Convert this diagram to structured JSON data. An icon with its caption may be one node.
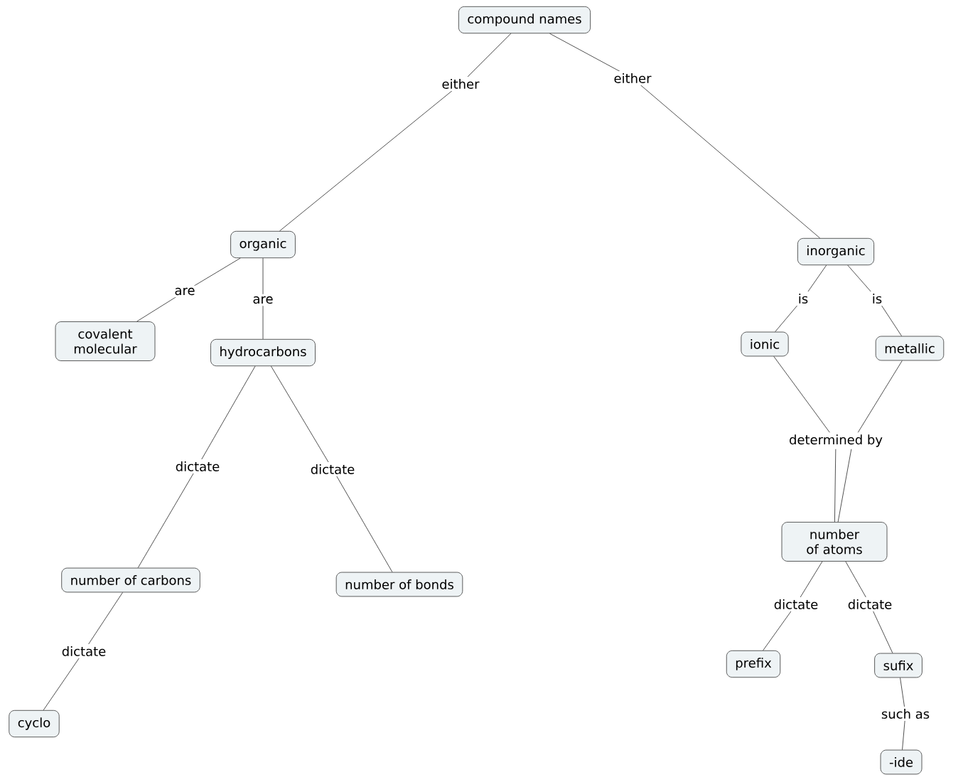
{
  "diagram": {
    "nodes": [
      {
        "text": [
          "compound names"
        ]
      },
      {
        "text": [
          "organic"
        ]
      },
      {
        "text": [
          "inorganic"
        ]
      },
      {
        "text": [
          "covalent molecular"
        ]
      },
      {
        "text": [
          "hydrocarbons"
        ]
      },
      {
        "text": [
          "ionic"
        ]
      },
      {
        "text": [
          "metallic"
        ]
      },
      {
        "text": [
          "number of carbons"
        ]
      },
      {
        "text": [
          "number of bonds"
        ]
      },
      {
        "text": [
          "number of atoms"
        ]
      },
      {
        "text": [
          "cyclo"
        ]
      },
      {
        "text": [
          "prefix"
        ]
      },
      {
        "text": [
          "sufix"
        ]
      },
      {
        "text": [
          "-ide"
        ]
      }
    ],
    "edges": [
      {
        "from": 0,
        "to": 1,
        "arrow": "none",
        "label": "either"
      },
      {
        "from": 0,
        "to": 2,
        "arrow": "none",
        "label": "either"
      },
      {
        "from": 1,
        "to": 3,
        "arrow": "none",
        "label": "are"
      },
      {
        "from": 1,
        "to": 4,
        "arrow": "none",
        "label": "are"
      },
      {
        "from": 2,
        "to": 5,
        "arrow": "none",
        "label": "is"
      },
      {
        "from": 2,
        "to": 6,
        "arrow": "none",
        "label": "is"
      },
      {
        "from": 5,
        "to": 9,
        "arrow": "none",
        "label": "determined by"
      },
      {
        "from": 6,
        "to": 9,
        "arrow": "none"
      },
      {
        "from": 4,
        "to": 7,
        "arrow": "none",
        "label": "dictate"
      },
      {
        "from": 4,
        "to": 8,
        "arrow": "none",
        "label": "dictate"
      },
      {
        "from": 7,
        "to": 10,
        "arrow": "none",
        "label": "dictate"
      },
      {
        "from": 9,
        "to": 11,
        "arrow": "none",
        "label": "dictate"
      },
      {
        "from": 9,
        "to": 12,
        "arrow": "none",
        "label": "dictate"
      },
      {
        "from": 12,
        "to": 13,
        "arrow": "none",
        "label": "such as"
      }
    ]
  }
}
